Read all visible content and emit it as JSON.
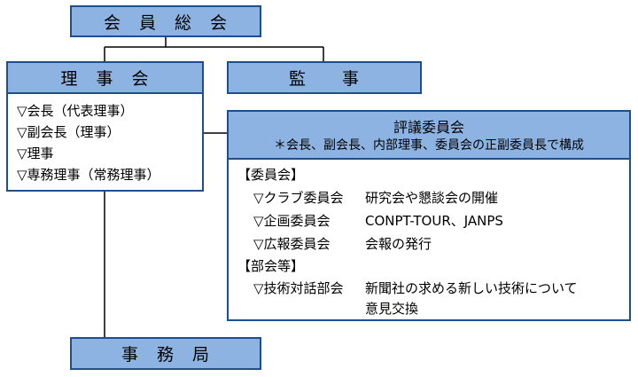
{
  "general_meeting": {
    "label": "会　員　総　会"
  },
  "board": {
    "label": "理　事　会",
    "members": [
      "▽会長（代表理事）",
      "▽副会長（理事）",
      "▽理事",
      "▽専務理事（常務理事）"
    ]
  },
  "auditor": {
    "label": "監　　事"
  },
  "council": {
    "title": "評議委員会",
    "subtitle": "＊会長、副会長、内部理事、委員会の正副委員長で構成",
    "committees_heading": "【委員会】",
    "committees": [
      {
        "name": "▽クラブ委員会",
        "desc": "研究会や懇談会の開催"
      },
      {
        "name": "▽企画委員会",
        "desc": "CONPT-TOUR、JANPS"
      },
      {
        "name": "▽広報委員会",
        "desc": "会報の発行"
      }
    ],
    "sections_heading": "【部会等】",
    "sections": [
      {
        "name": "▽技術対話部会",
        "desc": "新聞社の求める新しい技術について",
        "desc2": "意見交換"
      }
    ]
  },
  "secretariat": {
    "label": "事　務　局"
  },
  "colors": {
    "header_fill": "#8db3e2",
    "border": "#1f4e8c",
    "line": "#000000"
  }
}
